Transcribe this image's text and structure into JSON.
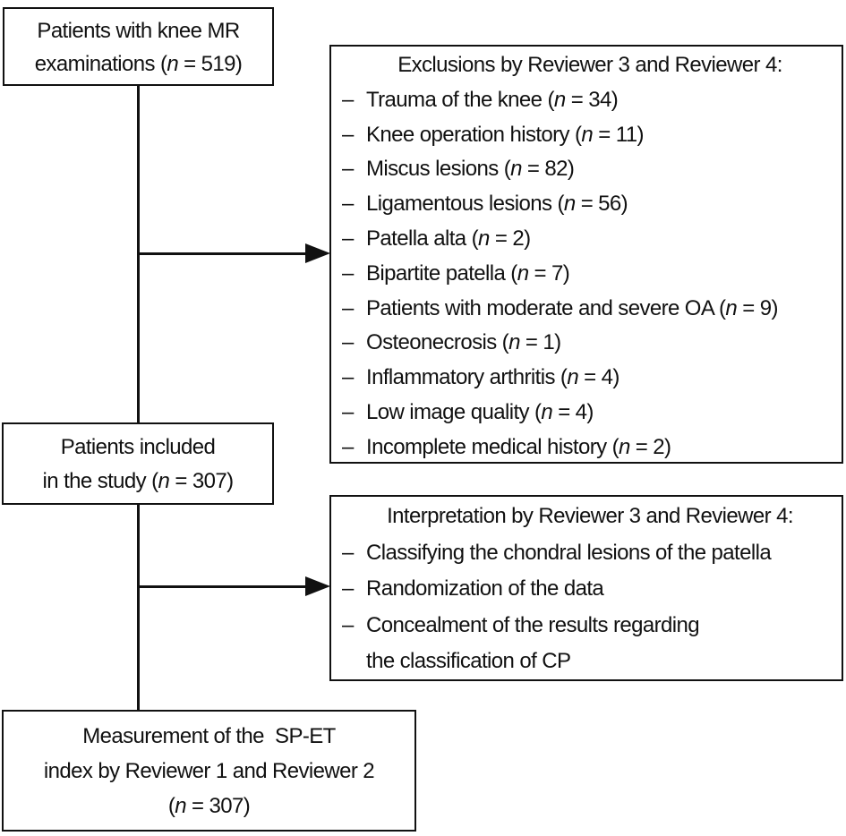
{
  "diagram": {
    "dash": "–",
    "colors": {
      "ink": "#111111",
      "background": "#ffffff"
    },
    "boxes": {
      "patients_mr": {
        "lines": [
          "Patients with knee MR",
          "examinations (n = 519)"
        ]
      },
      "exclusions": {
        "title": "Exclusions by Reviewer 3 and Reviewer 4:",
        "items": [
          "Trauma of the knee (n = 34)",
          "Knee operation history (n = 11)",
          "Miscus lesions (n = 82)",
          "Ligamentous lesions (n = 56)",
          "Patella alta (n = 2)",
          "Bipartite patella (n = 7)",
          "Patients with moderate and severe OA (n = 9)",
          "Osteonecrosis (n = 1)",
          "Inflammatory arthritis (n = 4)",
          "Low image quality (n = 4)",
          "Incomplete medical history (n = 2)"
        ]
      },
      "included": {
        "lines": [
          "Patients included",
          "in the study (n = 307)"
        ]
      },
      "interpretation": {
        "title": "Interpretation by Reviewer 3 and Reviewer 4:",
        "items": [
          "Classifying the chondral lesions of the patella",
          "Randomization of the data",
          "Concealment of the results regarding"
        ],
        "continuation": "the classification of CP"
      },
      "measurement": {
        "lines": [
          "Measurement of the  SP-ET",
          "index by Reviewer 1 and Reviewer 2",
          "(n = 307)"
        ]
      }
    }
  }
}
